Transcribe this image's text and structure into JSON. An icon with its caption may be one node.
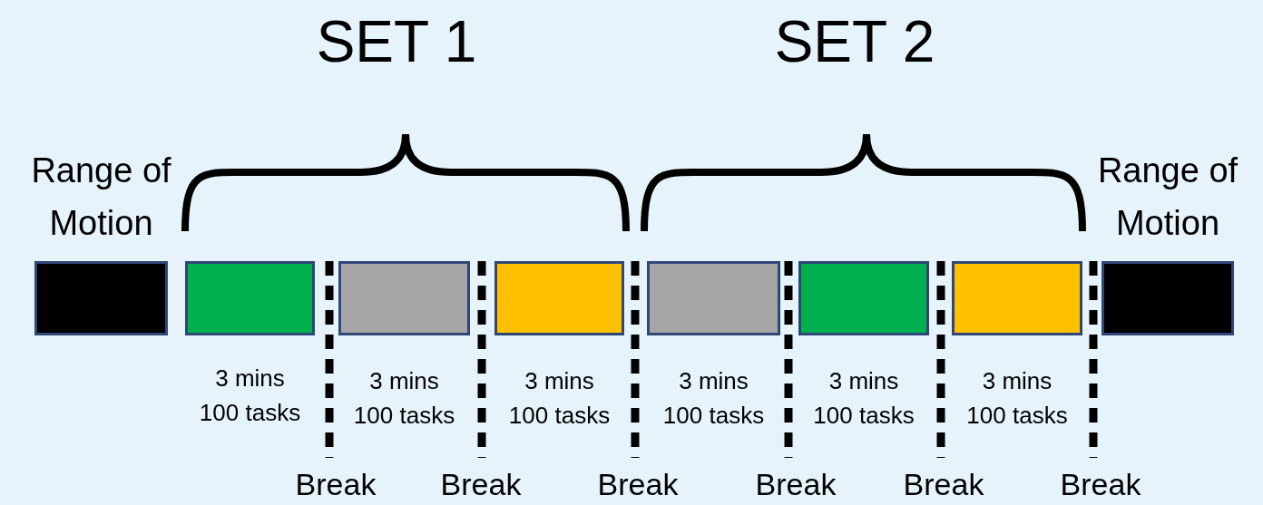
{
  "diagram": {
    "nodes": [
      {
        "text": [
          "Range of Motion"
        ]
      },
      {
        "text": [],
        "shape": "box",
        "beside": [
          "3 mins 100 tasks"
        ]
      },
      {
        "text": [],
        "shape": "box",
        "beside": [
          "3 mins 100 tasks"
        ]
      },
      {
        "text": [],
        "shape": "box",
        "beside": [
          "3 mins 100 tasks"
        ]
      },
      {
        "text": [],
        "shape": "box",
        "beside": [
          "3 mins 100 tasks"
        ]
      },
      {
        "text": [],
        "shape": "box",
        "beside": [
          "3 mins 100 tasks"
        ]
      },
      {
        "text": [],
        "shape": "box",
        "beside": [
          "3 mins 100 tasks"
        ]
      },
      {
        "text": [
          "Range of Motion"
        ]
      }
    ],
    "labels": [
      "SET 1",
      "SET 2",
      "Break",
      "Break",
      "Break",
      "Break",
      "Break",
      "Break"
    ]
  }
}
